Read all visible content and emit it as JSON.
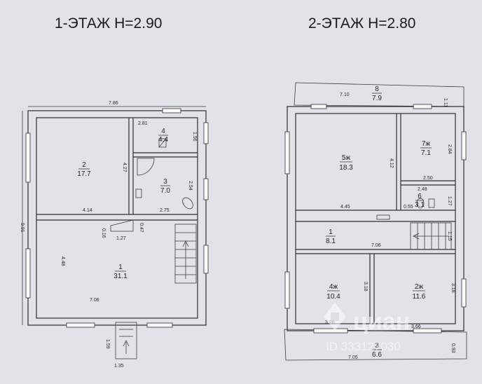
{
  "floors": {
    "first": {
      "title": "1-ЭТАЖ  H=2.90",
      "rooms": [
        {
          "num": "1",
          "area": "31.1"
        },
        {
          "num": "2",
          "area": "17.7"
        },
        {
          "num": "3",
          "area": "7.0"
        },
        {
          "num": "4",
          "area": "4.4"
        }
      ],
      "dims": [
        "7.86",
        "9.91",
        "4.27",
        "4.14",
        "2.81",
        "1.56",
        "2.54",
        "2.75",
        "1.27",
        "0.47",
        "0.16",
        "4.48",
        "7.06",
        "1.59",
        "1.35"
      ]
    },
    "second": {
      "title": "2-ЭТАЖ  H=2.80",
      "rooms": [
        {
          "num": "8",
          "area": "7.9"
        },
        {
          "num": "5ж",
          "area": "18.3"
        },
        {
          "num": "7ж",
          "area": "7.1"
        },
        {
          "num": "6",
          "area": "3.1"
        },
        {
          "num": "1",
          "area": "8.1"
        },
        {
          "num": "4ж",
          "area": "10.4"
        },
        {
          "num": "2ж",
          "area": "11.6"
        },
        {
          "num": "3",
          "area": "6.6"
        }
      ],
      "dims": [
        "7.10",
        "1.11",
        "4.12",
        "2.84",
        "2.50",
        "2.48",
        "0.55",
        "1.27",
        "4.45",
        "7.06",
        "1.15",
        "3.18",
        "3.18",
        "3.26",
        "3.66",
        "7.05",
        "0.93"
      ]
    }
  },
  "watermark": {
    "brand": "циан",
    "id": "ID 333127030"
  }
}
